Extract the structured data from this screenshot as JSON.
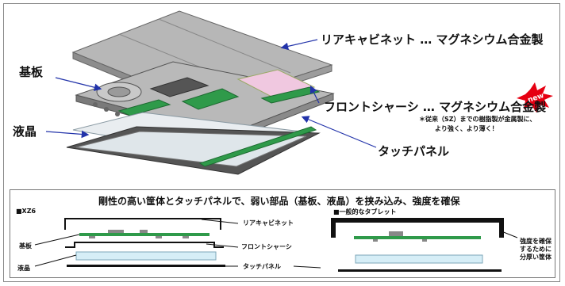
{
  "labels": {
    "rear_cabinet": "リアキャビネット … マグネシウム合金製",
    "board": "基板",
    "front_chassis": "フロントシャーシ … マグネシウム合金製",
    "new_badge": "new",
    "note_line1": "＊従来（SZ）までの樹脂製が金属製に、",
    "note_line2": "より強く、より薄く！",
    "lcd": "液晶",
    "touch_panel": "タッチパネル"
  },
  "bottom": {
    "heading": "剛性の高い筐体とタッチパネルで、弱い部品（基板、液晶）を挟み込み、強度を確保",
    "left_title": "■XZ6",
    "right_title": "■一般的なタブレット",
    "left_board": "基板",
    "left_lcd": "液晶",
    "rear_cab": "リアキャビネット",
    "front_ch": "フロントシャーシ",
    "touch": "タッチパネル",
    "right_note_l1": "強度を確保",
    "right_note_l2": "するために",
    "right_note_l3": "分厚い筐体"
  },
  "colors": {
    "board_green": "#2f9a4a",
    "lcd_fill": "#d6eef7",
    "new_red": "#e60012",
    "arrow_blue": "#2233aa"
  }
}
